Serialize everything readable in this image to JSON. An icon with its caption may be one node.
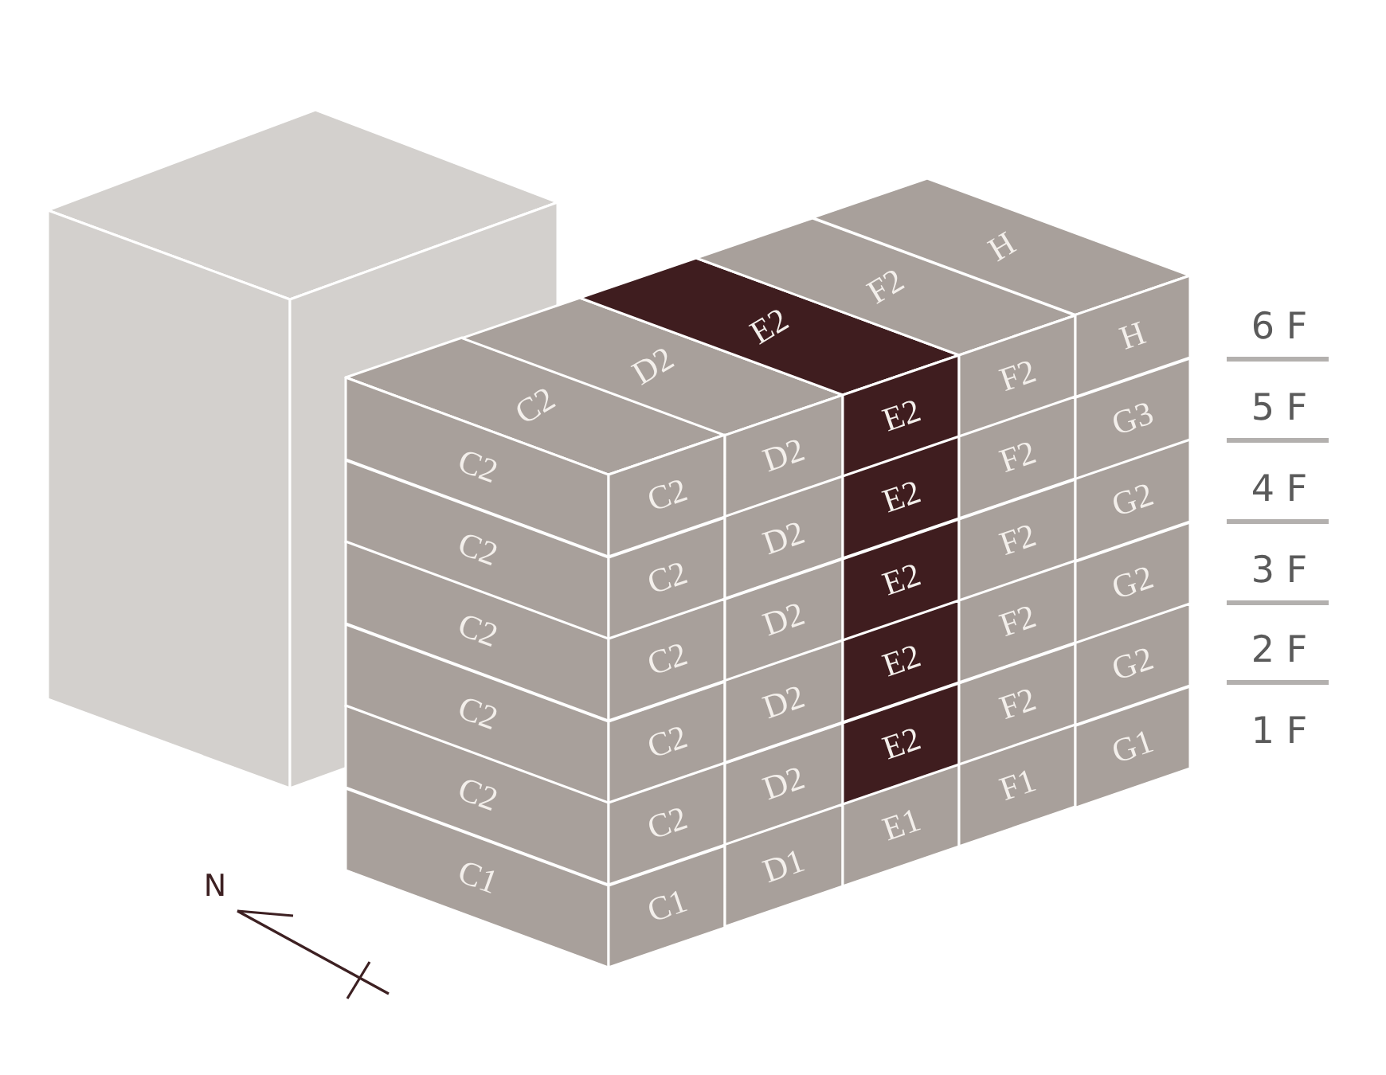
{
  "diagram": {
    "nodes": [
      {
        "text": [],
        "shape": "box"
      },
      {
        "text": [
          "C2"
        ]
      },
      {
        "text": [
          "D2"
        ]
      },
      {
        "text": [
          "E2"
        ]
      },
      {
        "text": [
          "F2"
        ]
      },
      {
        "text": [
          "H"
        ]
      },
      {
        "text": [
          "C2"
        ]
      },
      {
        "text": [
          "C2"
        ]
      },
      {
        "text": [
          "D2"
        ]
      },
      {
        "text": [
          "E2"
        ]
      },
      {
        "text": [
          "F2"
        ]
      },
      {
        "text": [
          "H"
        ]
      },
      {
        "text": [
          "C2"
        ]
      },
      {
        "text": [
          "C2"
        ]
      },
      {
        "text": [
          "D2"
        ]
      },
      {
        "text": [
          "E2"
        ]
      },
      {
        "text": [
          "F2"
        ]
      },
      {
        "text": [
          "G3"
        ]
      },
      {
        "text": [
          "C2"
        ]
      },
      {
        "text": [
          "C2"
        ]
      },
      {
        "text": [
          "D2"
        ]
      },
      {
        "text": [
          "E2"
        ]
      },
      {
        "text": [
          "F2"
        ]
      },
      {
        "text": [
          "G2"
        ]
      },
      {
        "text": [
          "C2"
        ]
      },
      {
        "text": [
          "C2"
        ]
      },
      {
        "text": [
          "D2"
        ]
      },
      {
        "text": [
          "E2"
        ]
      },
      {
        "text": [
          "F2"
        ]
      },
      {
        "text": [
          "G2"
        ]
      },
      {
        "text": [
          "C2"
        ]
      },
      {
        "text": [
          "C2"
        ]
      },
      {
        "text": [
          "D2"
        ]
      },
      {
        "text": [
          "E2"
        ]
      },
      {
        "text": [
          "F2"
        ]
      },
      {
        "text": [
          "G2"
        ]
      },
      {
        "text": [
          "C1"
        ]
      },
      {
        "text": [
          "C1"
        ]
      },
      {
        "text": [
          "D1"
        ]
      },
      {
        "text": [
          "E1"
        ]
      },
      {
        "text": [
          "F1"
        ]
      },
      {
        "text": [
          "G1"
        ]
      }
    ],
    "labels": [
      "6 F",
      "5 F",
      "4 F",
      "3 F",
      "2 F",
      "1 F",
      "N"
    ]
  }
}
